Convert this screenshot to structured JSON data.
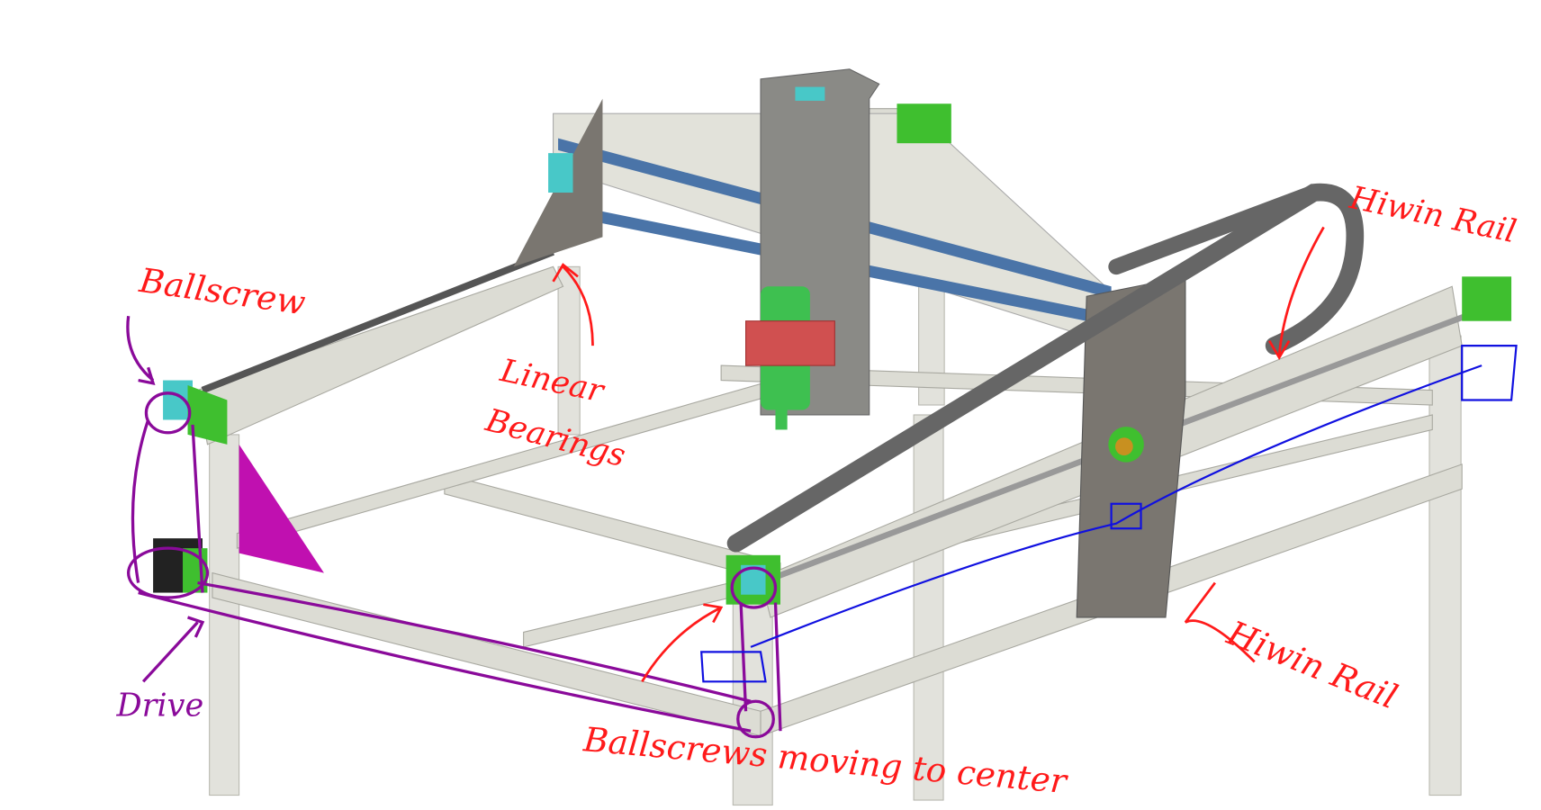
{
  "annotations": {
    "ballscrew_top": "Ballscrew",
    "linear_bearings_line1": "Linear",
    "linear_bearings_line2": "Bearings",
    "hiwin_rail_top": "Hiwin Rail",
    "hiwin_rail_bottom": "Hiwin Rail",
    "drive": "Drive",
    "ballscrews_center": "Ballscrews moving to center"
  },
  "colors": {
    "annotation_red": "#ff1a1a",
    "annotation_purple": "#8a0a9a",
    "annotation_blue": "#1010e0",
    "extrusion": "#dcdcd4",
    "rail_blue": "#4a74a8",
    "plate_gray": "#7a7670",
    "bracket_green": "#3fbf2f",
    "bearing_teal": "#48c8c8",
    "spindle_green": "#3ec050",
    "spindle_red": "#d05050",
    "gusset_magenta": "#c010b0"
  }
}
